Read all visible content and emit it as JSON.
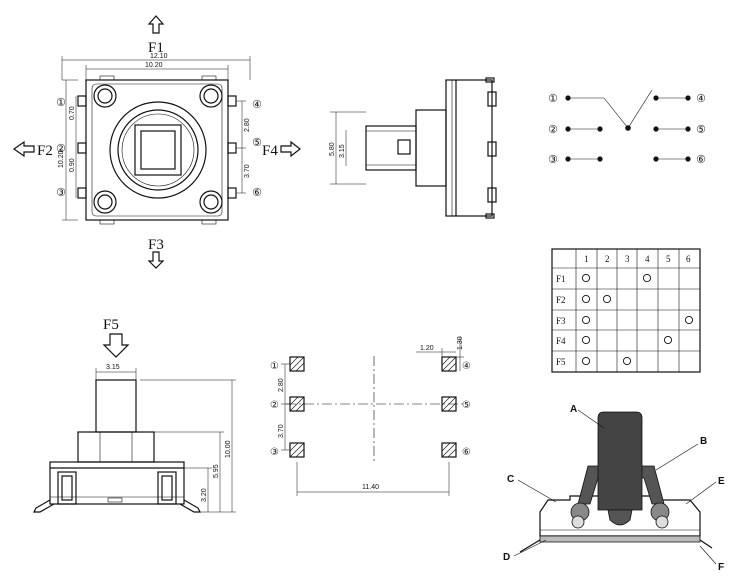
{
  "top_view": {
    "force_top": "F1",
    "force_left": "F2",
    "force_right": "F4",
    "force_bottom": "F3",
    "dim_outer": "12.10",
    "dim_inner": "10.20",
    "dim_side": "10.20",
    "dim_left_1": "0.70",
    "dim_left_2": "0.90",
    "dim_right_1": "2.80",
    "dim_right_2": "3.70",
    "pin_1": "①",
    "pin_2": "②",
    "pin_3": "③",
    "pin_4": "④",
    "pin_5": "⑤",
    "pin_6": "⑥"
  },
  "side_view": {
    "dim_height": "5.80",
    "dim_shaft": "3.15"
  },
  "schematic": {
    "pins": [
      "①",
      "②",
      "③",
      "④",
      "⑤",
      "⑥"
    ]
  },
  "truth_table": {
    "headers": [
      "",
      "1",
      "2",
      "3",
      "4",
      "5",
      "6"
    ],
    "rows": [
      {
        "label": "F1",
        "marks": [
          1,
          0,
          0,
          1,
          0,
          0
        ]
      },
      {
        "label": "F2",
        "marks": [
          1,
          1,
          0,
          0,
          0,
          0
        ]
      },
      {
        "label": "F3",
        "marks": [
          1,
          0,
          0,
          0,
          0,
          1
        ]
      },
      {
        "label": "F4",
        "marks": [
          1,
          0,
          0,
          0,
          1,
          0
        ]
      },
      {
        "label": "F5",
        "marks": [
          1,
          0,
          1,
          0,
          0,
          0
        ]
      }
    ]
  },
  "front_view": {
    "force": "F5",
    "dim_shaft": "3.15",
    "dim_total": "10.00",
    "dim_mid": "5.95",
    "dim_base": "3.20"
  },
  "pcb_layout": {
    "dim_pad_w": "1.20",
    "dim_pad_h": "1.30",
    "dim_pitch_1": "2.80",
    "dim_pitch_2": "3.70",
    "dim_span": "11.40",
    "pads": [
      "①",
      "②",
      "③",
      "④",
      "⑤",
      "⑥"
    ]
  },
  "cross_section": {
    "labels": [
      "A",
      "B",
      "C",
      "D",
      "E",
      "F"
    ]
  }
}
